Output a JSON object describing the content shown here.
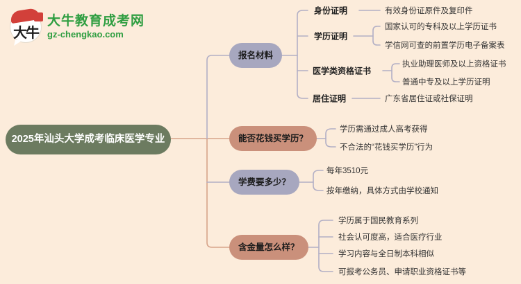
{
  "logo": {
    "bubble_text": "大牛",
    "title": "大牛教育成考网",
    "domain": "gz-chengkao.com",
    "green": "#2f9e41",
    "red": "#d2403a"
  },
  "root": {
    "label": "2025年汕头大学成考临床医学专业",
    "bg": "#6c7b60"
  },
  "colors": {
    "background": "#fcecdb",
    "lavender_node": "#a7a7bf",
    "salmon_node": "#ca907b",
    "lavender_line": "#b2afc5",
    "salmon_line": "#d7a48a"
  },
  "branches": [
    {
      "label": "报名材料",
      "children": [
        {
          "label": "身份证明",
          "items": [
            "有效身份证原件及复印件"
          ]
        },
        {
          "label": "学历证明",
          "items": [
            "国家认可的专科及以上学历证书",
            "学信网可查的前置学历电子备案表"
          ]
        },
        {
          "label": "医学类资格证书",
          "items": [
            "执业助理医师及以上资格证书",
            "普通中专及以上学历证明"
          ]
        },
        {
          "label": "居住证明",
          "items": [
            "广东省居住证或社保证明"
          ]
        }
      ]
    },
    {
      "label": "能否花钱买学历？",
      "items": [
        "学历需通过成人高考获得",
        "不合法的“花钱买学历”行为"
      ]
    },
    {
      "label": "学费要多少？",
      "items": [
        "每年3510元",
        "按年缴纳，具体方式由学校通知"
      ]
    },
    {
      "label": "含金量怎么样？",
      "items": [
        "学历属于国民教育系列",
        "社会认可度高，适合医疗行业",
        "学习内容与全日制本科相似",
        "可报考公务员、申请职业资格证书等"
      ]
    }
  ]
}
